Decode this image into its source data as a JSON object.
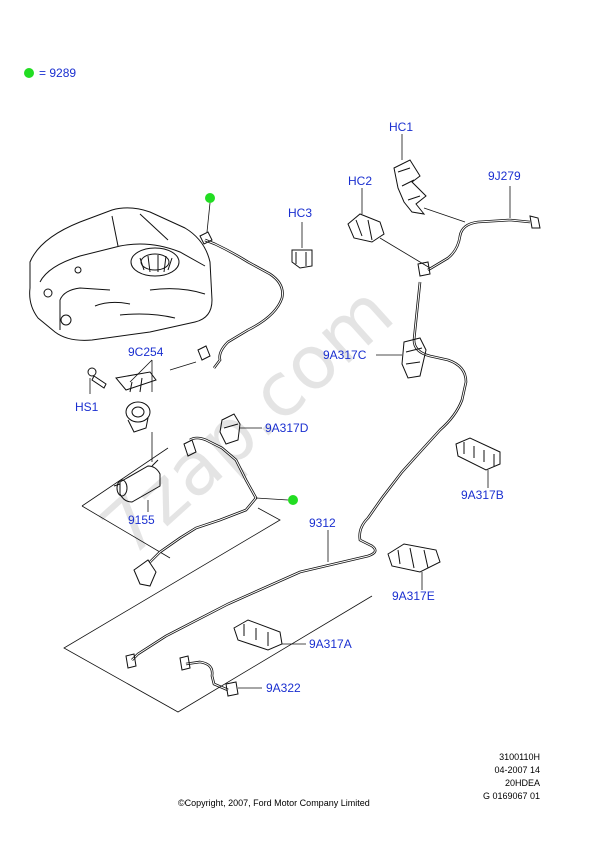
{
  "legend": {
    "marker_color": "#22dd22",
    "text": "= 9289"
  },
  "label_color": "#1a2fd0",
  "watermark": "7zap.com",
  "labels": {
    "hc1": "HC1",
    "hc2": "HC2",
    "hc3": "HC3",
    "j279": "9J279",
    "c254": "9C254",
    "hs1": "HS1",
    "a317c": "9A317C",
    "a317d": "9A317D",
    "a317b": "9A317B",
    "filter": "9155",
    "pipe": "9312",
    "a317e": "9A317E",
    "a317a": "9A317A",
    "a322": "9A322"
  },
  "footer": {
    "line1": "3100110H",
    "line2": "04-2007 14",
    "line3": "20HDEA",
    "line4": "G 0169067 01",
    "copyright": "©Copyright, 2007, Ford Motor Company Limited"
  }
}
